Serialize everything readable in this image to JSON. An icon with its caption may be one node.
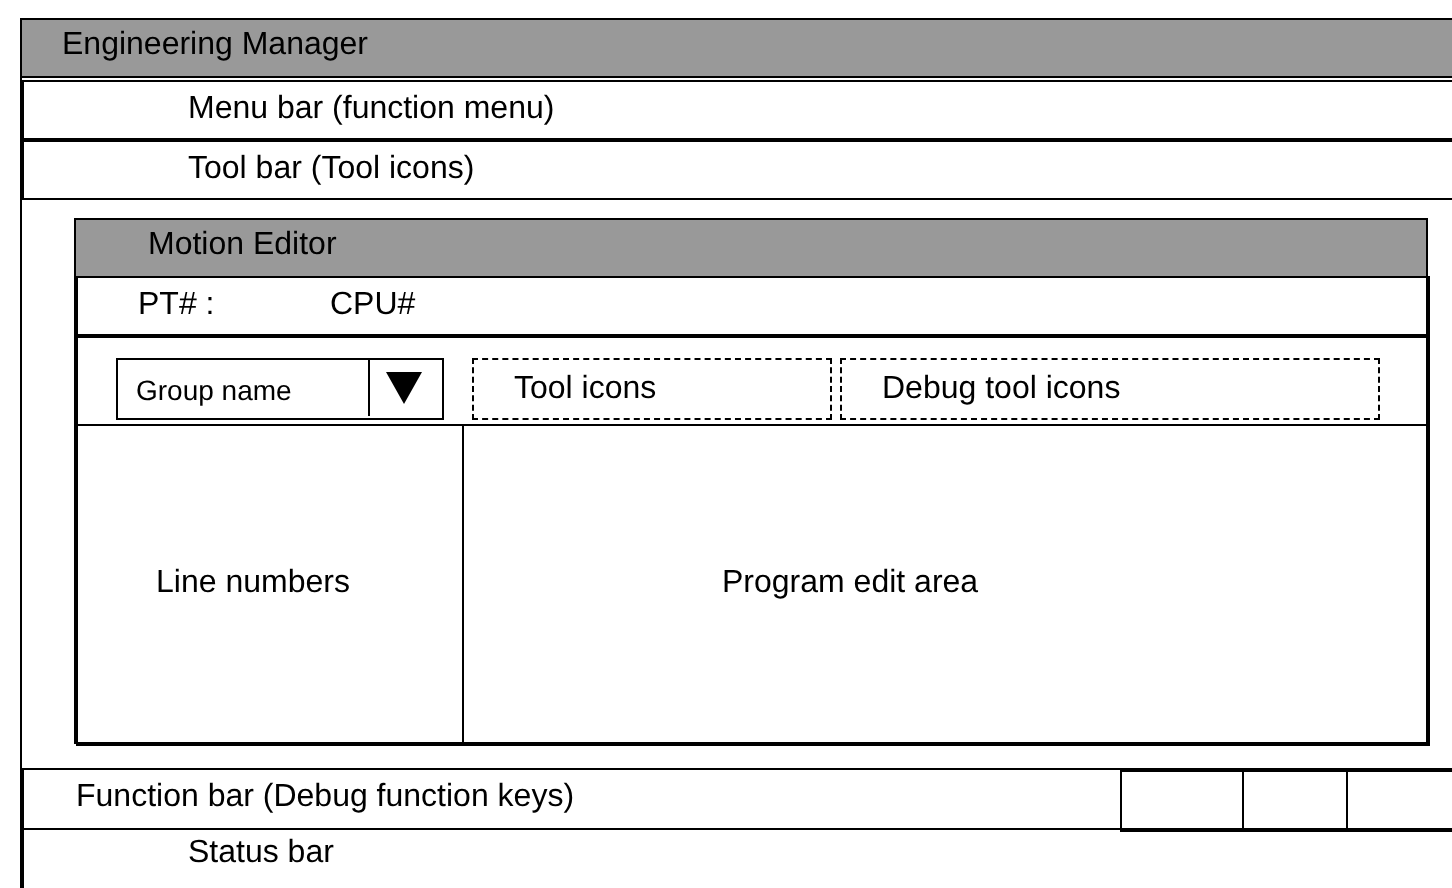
{
  "diagram": {
    "nodes": [
      {
        "text": [
          "Engineering  Manager"
        ]
      },
      {
        "text": [
          "Menu bar (function menu)"
        ],
        "in": 0
      },
      {
        "text": [
          "Tool bar (Tool icons)"
        ],
        "in": 0
      },
      {
        "text": [
          "Motion Editor"
        ],
        "in": 0
      },
      {
        "text": [
          "PT# :",
          "CPU#"
        ],
        "in": 3
      },
      {
        "text": [],
        "shape": "box",
        "in": 3
      },
      {
        "text": [
          "Group name"
        ],
        "in": 5
      },
      {
        "text": [
          "Tool icons"
        ],
        "in": 5
      },
      {
        "text": [
          "Debug tool icons"
        ],
        "in": 5
      },
      {
        "text": [
          "Line numbers"
        ],
        "in": 3
      },
      {
        "text": [
          "Program edit area"
        ],
        "in": 3
      },
      {
        "text": [
          "Function bar (Debug function keys)"
        ],
        "in": 0
      },
      {
        "text": [],
        "shape": "box",
        "in": 11
      },
      {
        "text": [],
        "shape": "box",
        "in": 11
      },
      {
        "text": [],
        "shape": "box",
        "in": 11
      },
      {
        "text": [
          "Status bar"
        ],
        "in": 0
      }
    ],
    "edges": []
  }
}
